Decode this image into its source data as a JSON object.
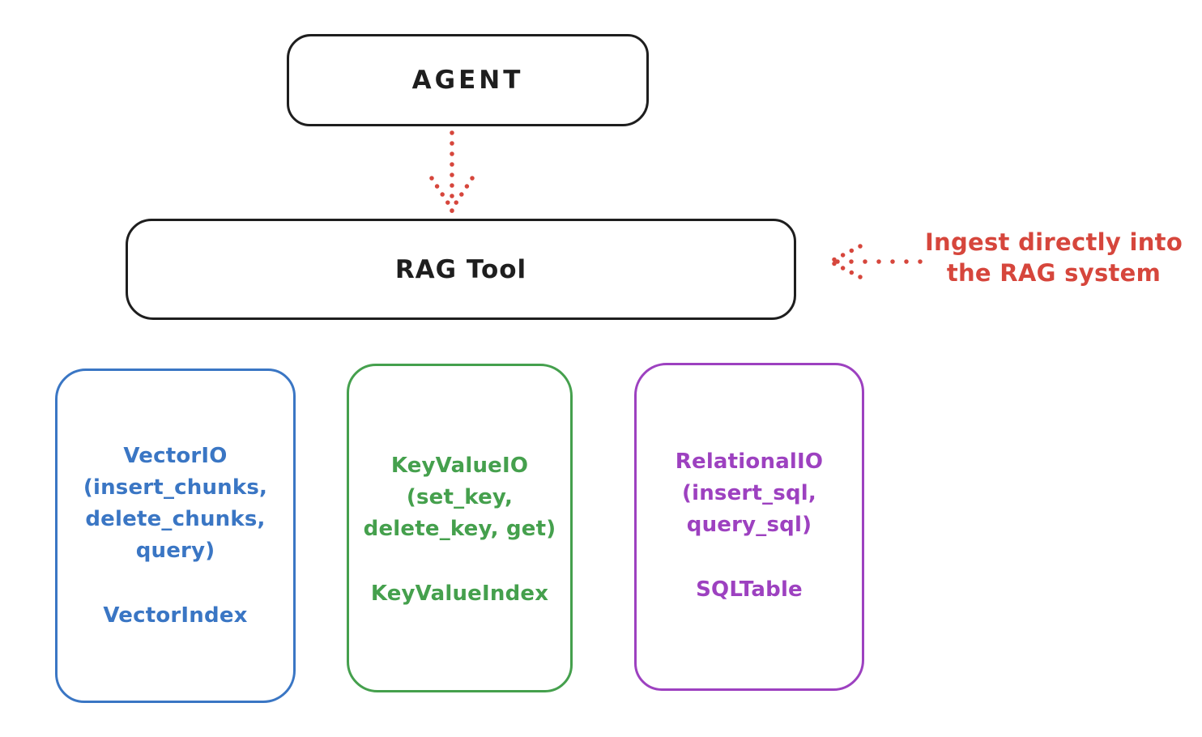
{
  "colors": {
    "ink": "#1e1e1e",
    "red": "#d6463c",
    "blue": "#3a76c4",
    "green": "#45a04d",
    "purple": "#9d41c0",
    "background": "#ffffff"
  },
  "nodes": {
    "agent": {
      "label": "AGENT"
    },
    "rag_tool": {
      "label": "RAG Tool"
    },
    "vector_io": {
      "lines": [
        "VectorIO",
        "(insert_chunks,",
        "delete_chunks,",
        "query)"
      ],
      "index_label": "VectorIndex"
    },
    "keyvalue_io": {
      "lines": [
        "KeyValueIO",
        "(set_key,",
        "delete_key, get)"
      ],
      "index_label": "KeyValueIndex"
    },
    "relational_io": {
      "lines": [
        "RelationalIO",
        "(insert_sql,",
        "query_sql)"
      ],
      "index_label": "SQLTable"
    }
  },
  "annotation": {
    "lines": [
      "Ingest directly into",
      "the RAG system"
    ]
  },
  "arrows": {
    "agent_to_rag": "dotted-down-arrow",
    "ingest_to_rag": "dotted-left-arrow"
  }
}
